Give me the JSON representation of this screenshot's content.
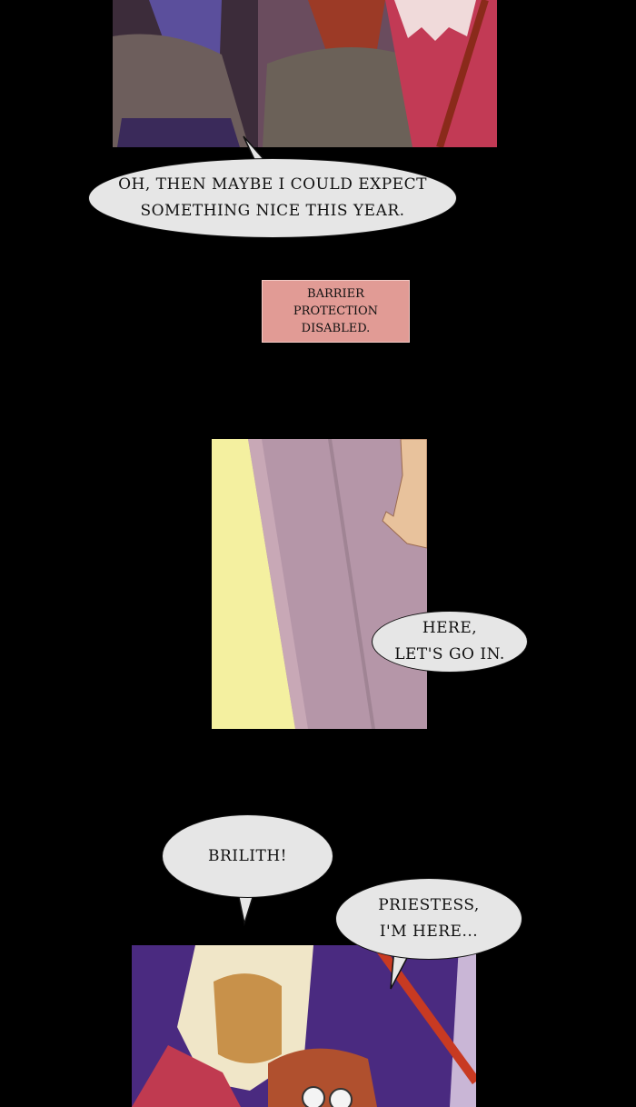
{
  "bubbles": {
    "expect": "OH, THEN MAYBE I COULD EXPECT\nSOMETHING NICE THIS YEAR.",
    "go_in": "HERE,\nLET'S GO IN.",
    "brilith": "BRILITH!",
    "priestess": "PRIESTESS,\nI'M HERE..."
  },
  "caption": {
    "text": "BARRIER\nPROTECTION\nDISABLED."
  },
  "colors": {
    "background": "#000000",
    "bubble_fill": "#e6e6e6",
    "caption_fill": "#e19b95",
    "door_panel": "#b596a8",
    "light_strip": "#f4f0a0",
    "night_sky": "#4a2a80"
  }
}
